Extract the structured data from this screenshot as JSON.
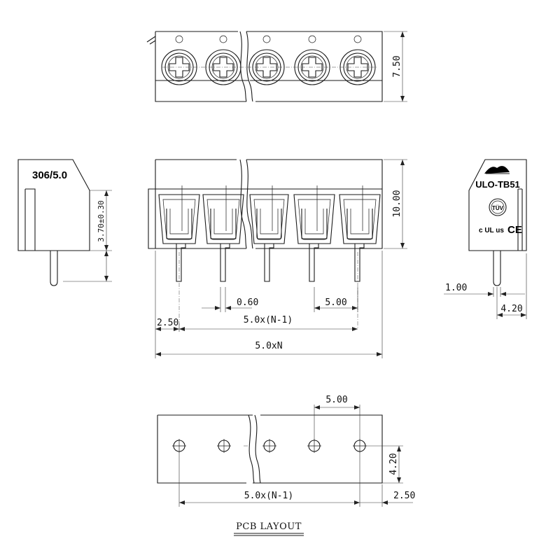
{
  "top_view": {
    "dim_height": "7.50"
  },
  "left_view": {
    "model_label": "306/5.0",
    "dim_pin_height": "3.70±0.30"
  },
  "front_view": {
    "dim_height": "10.00",
    "dim_pin_width": "0.60",
    "dim_pitch": "5.00",
    "dim_edge": "2.50",
    "dim_pitch_span": "5.0x(N-1)",
    "dim_total": "5.0xN"
  },
  "right_view": {
    "part_label": "ULO-TB51",
    "cert_tuv": "TÜV",
    "cert_ce": "CE",
    "cert_ul": "c UL us",
    "dim_pin": "1.00",
    "dim_offset": "4.20"
  },
  "pcb_layout": {
    "title": "PCB LAYOUT",
    "dim_pitch": "5.00",
    "dim_row": "4.20",
    "dim_span": "5.0x(N-1)",
    "dim_edge": "2.50"
  },
  "colors": {
    "line": "#1a1a1a",
    "background": "#ffffff"
  }
}
